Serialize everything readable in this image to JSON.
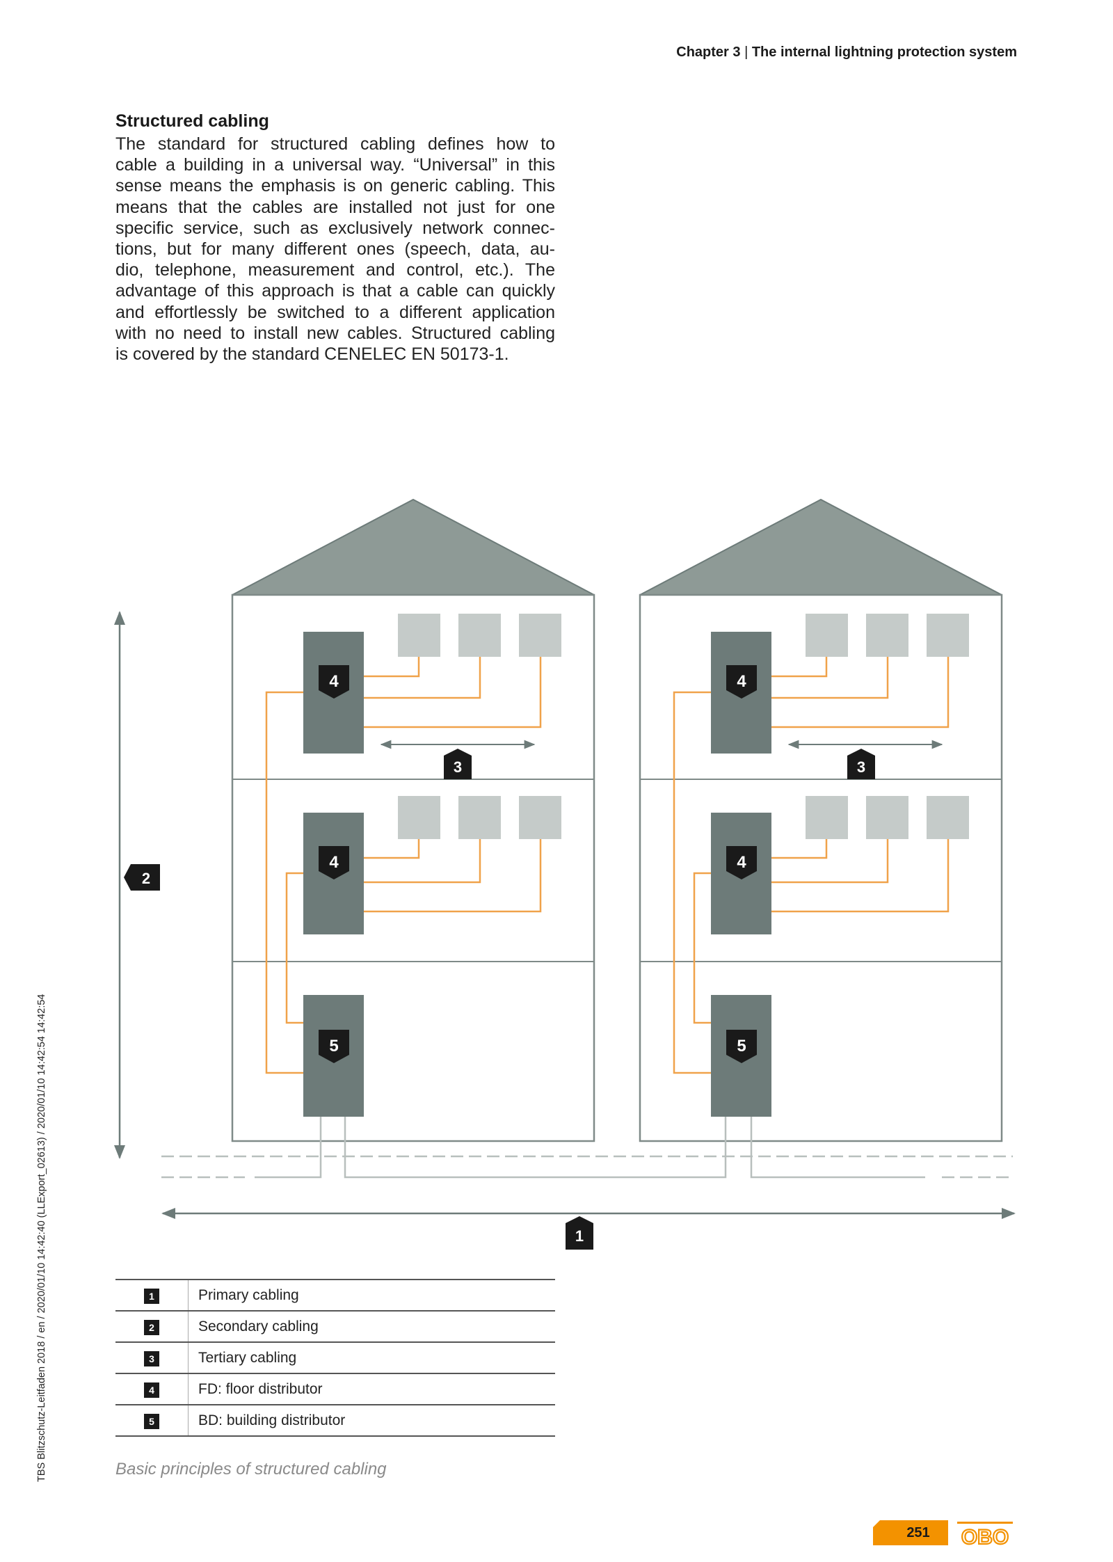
{
  "header": {
    "chapter": "Chapter 3",
    "separator": "|",
    "title": "The internal lightning protection system"
  },
  "section": {
    "title": "Structured cabling",
    "lines": [
      "The standard for structured cabling defines how to",
      "cable a building in a universal way. “Universal” in this",
      "sense means the emphasis is on generic cabling. This",
      "means that the cables are installed not just for one",
      "specific service, such as exclusively network connec-",
      "tions, but for many different ones (speech, data, au-",
      "dio, telephone, measurement and control, etc.). The",
      "advantage of this approach is that a cable can quickly",
      "and effortlessly be switched to a different application",
      "with no need to install new cables. Structured cabling",
      "is covered by the standard CENELEC EN 50173-1."
    ]
  },
  "diagram": {
    "badges": {
      "primary": "1",
      "secondary": "2",
      "tertiary": "3",
      "floor_distributor": "4",
      "building_distributor": "5"
    },
    "colors": {
      "roof": "#8e9a96",
      "distributor": "#6d7b79",
      "outlet": "#c5cbc9",
      "cable": "#f0a24a",
      "wall": "#7f8a88"
    }
  },
  "legend": [
    {
      "num": "1",
      "label": "Primary cabling"
    },
    {
      "num": "2",
      "label": "Secondary cabling"
    },
    {
      "num": "3",
      "label": "Tertiary cabling"
    },
    {
      "num": "4",
      "label": "FD: floor distributor"
    },
    {
      "num": "5",
      "label": "BD: building distributor"
    }
  ],
  "caption": "Basic principles of structured cabling",
  "sidebar": "TBS Blitzschutz-Leitfaden 2018 / en / 2020/01/10 14:42:40 (LLExport_02613) / 2020/01/10 14:42:54 14:42:54",
  "footer": {
    "page_number": "251",
    "logo_text": "OBO",
    "accent": "#f39200"
  }
}
